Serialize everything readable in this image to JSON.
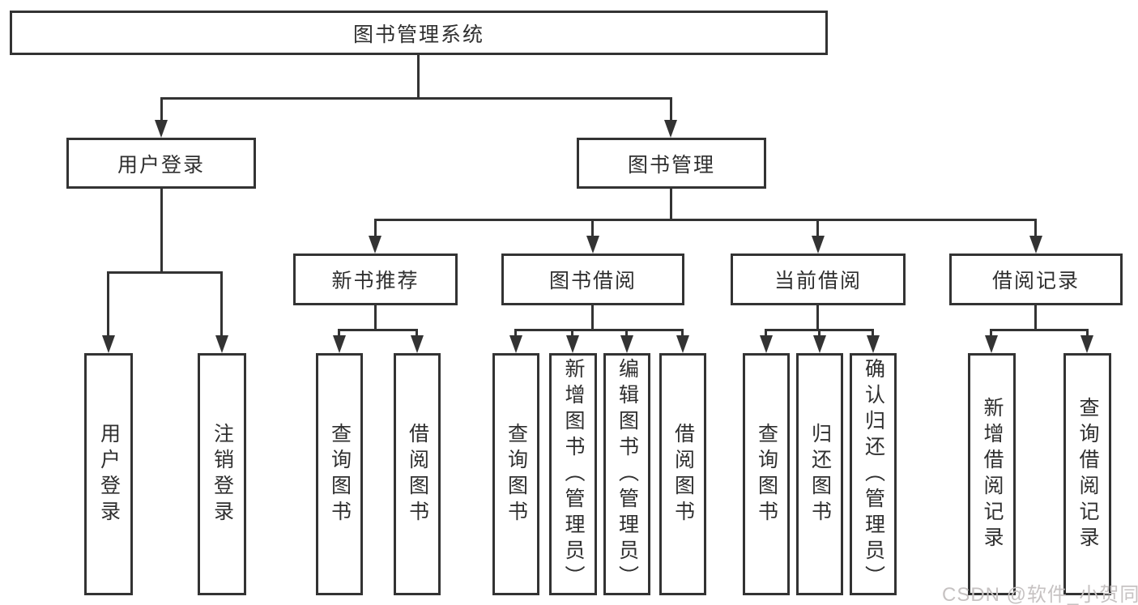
{
  "diagram": {
    "root": "图书管理系统",
    "level2": {
      "user_login": "用户登录",
      "book_management": "图书管理"
    },
    "level3": {
      "new_book": "新书推荐",
      "book_borrow": "图书借阅",
      "current_borrow": "当前借阅",
      "borrow_records": "借阅记录"
    },
    "leaves": {
      "login": "用户登录",
      "logout": "注销登录",
      "nb_query": "查询图书",
      "nb_borrow": "借阅图书",
      "bw_query": "查询图书",
      "bw_add": "新增图书（管理员）",
      "bw_edit": "编辑图书（管理员）",
      "bw_borrow": "借阅图书",
      "cur_query": "查询图书",
      "cur_return": "归还图书",
      "cur_confirm": "确认归还（管理员）",
      "rec_add": "新增借阅记录",
      "rec_query": "查询借阅记录"
    }
  },
  "watermark": {
    "text": "CSDN @软件_小贺同学"
  },
  "colors": {
    "line": "#333333",
    "text": "#2f2f2f",
    "watermark": "#c6c2c2",
    "background": "#ffffff"
  }
}
